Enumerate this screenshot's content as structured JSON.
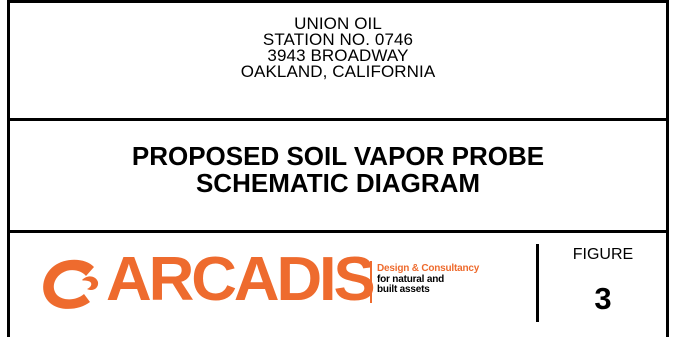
{
  "header": {
    "client": "UNION OIL",
    "station": "STATION NO. 0746",
    "street": "3943 BROADWAY",
    "city": "OAKLAND, CALIFORNIA"
  },
  "title": {
    "line1": "PROPOSED SOIL VAPOR PROBE",
    "line2": "SCHEMATIC DIAGRAM"
  },
  "logo": {
    "brand": "ARCADIS",
    "tagline_1": "Design & Consultancy",
    "tagline_2": "for natural and",
    "tagline_3": "built assets",
    "brand_color": "#ee6b2e",
    "mark_icon": "arcadis-swirl-icon"
  },
  "figure": {
    "label": "FIGURE",
    "number": "3"
  }
}
